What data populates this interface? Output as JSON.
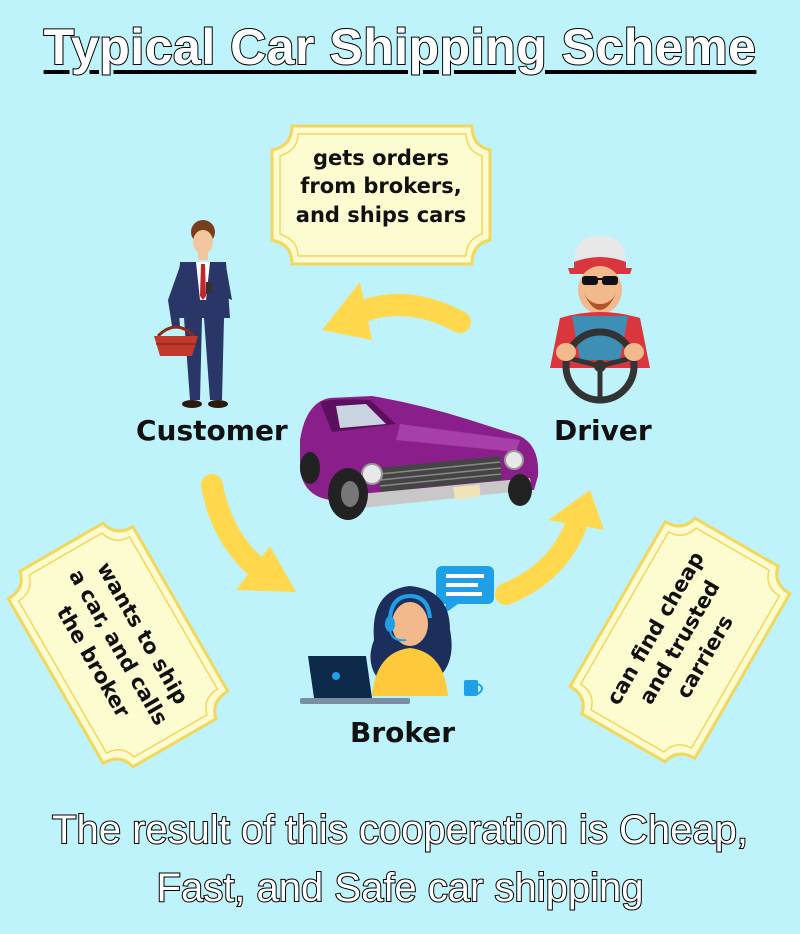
{
  "title": "Typical Car Shipping Scheme",
  "roles": {
    "customer": "Customer",
    "driver": "Driver",
    "broker": "Broker"
  },
  "notes": {
    "driver_note": [
      "gets orders",
      "from brokers,",
      "and ships cars"
    ],
    "customer_note": [
      "wants to ship",
      "a car, and calls",
      "the broker"
    ],
    "broker_note": [
      "can find  cheap",
      "and trusted",
      "carriers"
    ]
  },
  "result": [
    "The result of this cooperation is Cheap,",
    "Fast, and Safe car shipping"
  ],
  "colors": {
    "background": "#bff3fb",
    "note_fill": "#fdfbd0",
    "note_border": "#f3d75c",
    "arrow": "#ffd84d",
    "car": "#8a1f8c"
  },
  "icons": [
    "businessman-with-basket-icon",
    "truck-driver-icon",
    "purple-car-icon",
    "call-center-broker-icon"
  ]
}
